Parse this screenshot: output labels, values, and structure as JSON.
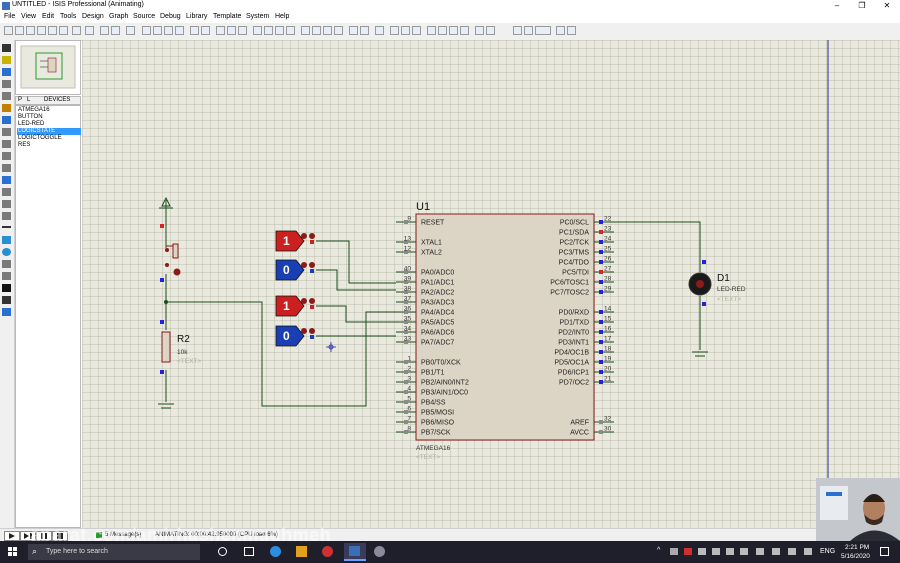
{
  "window": {
    "title": "UNTITLED - ISIS Professional (Animating)",
    "controls": [
      "–",
      "❐",
      "✕"
    ]
  },
  "menu": [
    "File",
    "View",
    "Edit",
    "Tools",
    "Design",
    "Graph",
    "Source",
    "Debug",
    "Library",
    "Template",
    "System",
    "Help"
  ],
  "device_tabs": {
    "p": "P",
    "l": "L",
    "header": "DEVICES"
  },
  "devices": [
    "ATMEGA16",
    "BUTTON",
    "LED-RED",
    "LOGICSTATE",
    "LOGICTOGGLE",
    "RES"
  ],
  "selected_device": "LOGICSTATE",
  "schematic": {
    "mcu": {
      "ref": "U1",
      "part": "ATMEGA16",
      "text": "<TEXT>",
      "left_pins": [
        {
          "num": "9",
          "name": "RESET"
        },
        {
          "num": "13",
          "name": "XTAL1"
        },
        {
          "num": "12",
          "name": "XTAL2"
        },
        {
          "num": "40",
          "name": "PA0/ADC0"
        },
        {
          "num": "39",
          "name": "PA1/ADC1"
        },
        {
          "num": "38",
          "name": "PA2/ADC2"
        },
        {
          "num": "37",
          "name": "PA3/ADC3"
        },
        {
          "num": "36",
          "name": "PA4/ADC4"
        },
        {
          "num": "35",
          "name": "PA5/ADC5"
        },
        {
          "num": "34",
          "name": "PA6/ADC6"
        },
        {
          "num": "33",
          "name": "PA7/ADC7"
        },
        {
          "num": "1",
          "name": "PB0/T0/XCK"
        },
        {
          "num": "2",
          "name": "PB1/T1"
        },
        {
          "num": "3",
          "name": "PB2/AIN0/INT2"
        },
        {
          "num": "4",
          "name": "PB3/AIN1/OC0"
        },
        {
          "num": "5",
          "name": "PB4/SS"
        },
        {
          "num": "6",
          "name": "PB5/MOSI"
        },
        {
          "num": "7",
          "name": "PB6/MISO"
        },
        {
          "num": "8",
          "name": "PB7/SCK"
        }
      ],
      "right_pins": [
        {
          "num": "22",
          "name": "PC0/SCL"
        },
        {
          "num": "23",
          "name": "PC1/SDA"
        },
        {
          "num": "24",
          "name": "PC2/TCK"
        },
        {
          "num": "25",
          "name": "PC3/TMS"
        },
        {
          "num": "26",
          "name": "PC4/TDO"
        },
        {
          "num": "27",
          "name": "PC5/TDI"
        },
        {
          "num": "28",
          "name": "PC6/TOSC1"
        },
        {
          "num": "29",
          "name": "PC7/TOSC2"
        },
        {
          "num": "14",
          "name": "PD0/RXD"
        },
        {
          "num": "15",
          "name": "PD1/TXD"
        },
        {
          "num": "16",
          "name": "PD2/INT0"
        },
        {
          "num": "17",
          "name": "PD3/INT1"
        },
        {
          "num": "18",
          "name": "PD4/OC1B"
        },
        {
          "num": "19",
          "name": "PD5/OC1A"
        },
        {
          "num": "20",
          "name": "PD6/ICP1"
        },
        {
          "num": "21",
          "name": "PD7/OC2"
        },
        {
          "num": "32",
          "name": "AREF"
        },
        {
          "num": "30",
          "name": "AVCC"
        }
      ]
    },
    "logic_states": [
      "1",
      "0",
      "1",
      "0"
    ],
    "led": {
      "ref": "D1",
      "part": "LED-RED",
      "text": "<TEXT>"
    },
    "resistor": {
      "ref": "R2",
      "value": "10k",
      "text": "<TEXT>"
    },
    "colors": {
      "wire": "#1a4d1a",
      "body": "#dcd4c4",
      "body_border": "#8b1a1a",
      "logic_high": "#cc2020",
      "logic_low": "#1a3fb5",
      "pin_blue": "#2222dd",
      "pin_red": "#dd2222"
    }
  },
  "status": {
    "messages": "5 Message(s)",
    "animation": "ANIMATING: 00:00:42.950000 (CPU load 6%)"
  },
  "watermark": "aparat.com/amirhashemnaghmeh",
  "taskbar": {
    "search_placeholder": "Type here to search",
    "lang": "ENG",
    "time": "2:21 PM",
    "date": "5/16/2020"
  }
}
